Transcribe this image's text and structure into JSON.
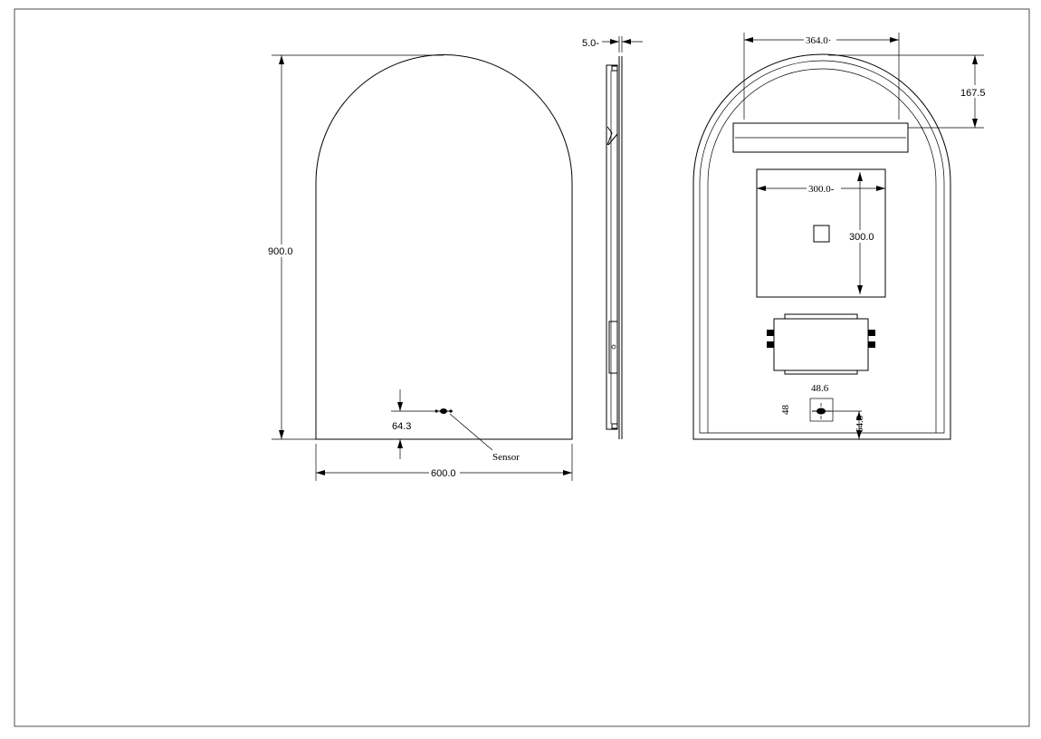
{
  "front_view": {
    "height_dim": "900.0",
    "width_dim": "600.0",
    "sensor_offset_dim": "64.3",
    "sensor_label": "Sensor"
  },
  "side_view": {
    "thickness_dim": "5.0-"
  },
  "back_view": {
    "bar_width_dim": "364.0·",
    "bar_offset_dim": "167.5",
    "panel_width_dim": "300.0-",
    "panel_height_dim": "300.0",
    "sensor_width_dim": "48.6",
    "sensor_height_dim": "48",
    "sensor_offset_dim": "64.3"
  }
}
